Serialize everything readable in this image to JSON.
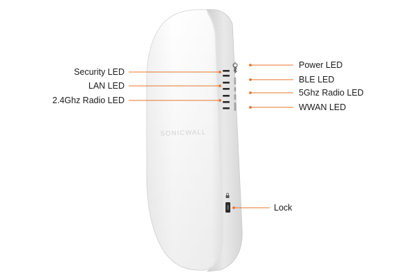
{
  "brand": "SONICWALL",
  "accent_color": "#e8742a",
  "callouts": {
    "security_led": "Security LED",
    "lan_led": "LAN LED",
    "radio_24_led": "2.4Ghz Radio LED",
    "power_led": "Power LED",
    "ble_led": "BLE LED",
    "radio_5_led": "5Ghz Radio LED",
    "wwan_led": "WWAN LED",
    "lock": "Lock"
  },
  "icons": [
    "power-icon",
    "bluetooth-icon",
    "lock-icon"
  ]
}
